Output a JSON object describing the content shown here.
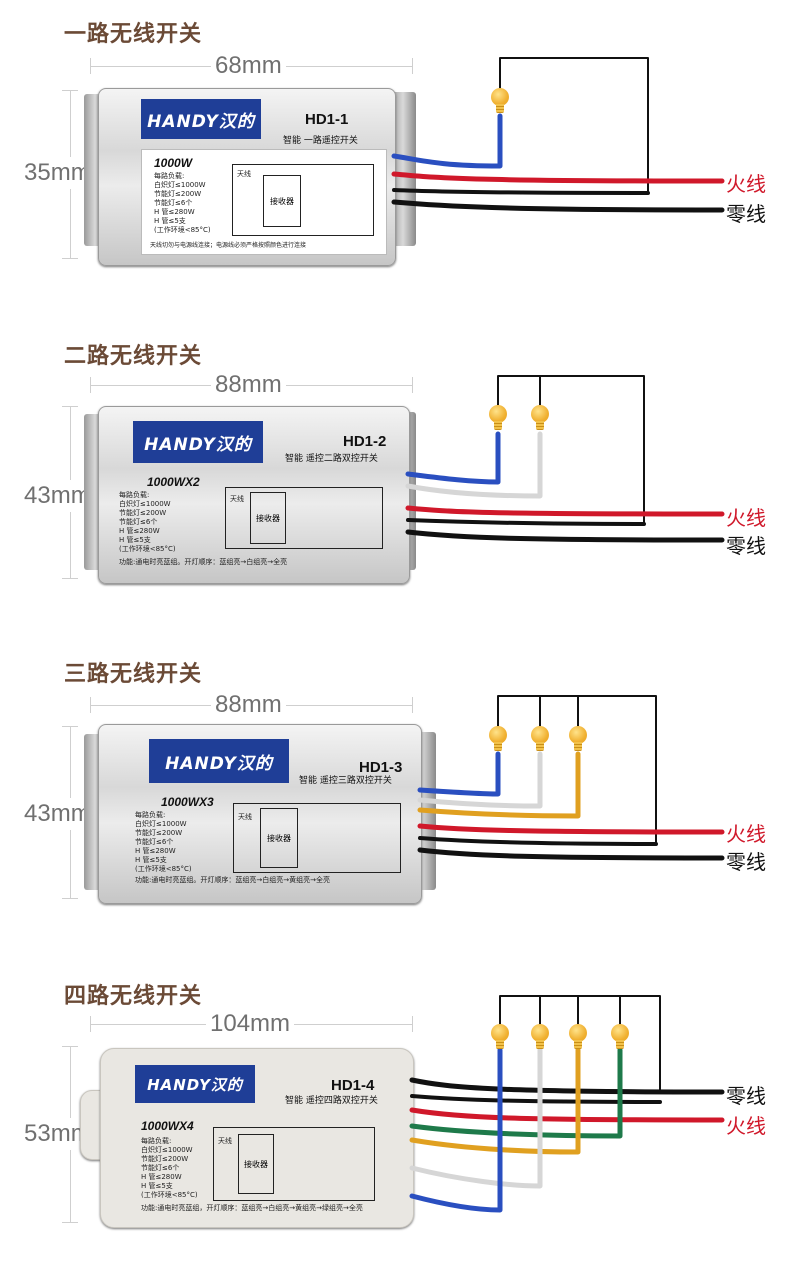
{
  "sections": [
    {
      "title": "一路无线开关",
      "width_label": "68mm",
      "height_label": "35mm",
      "brand": "HANDY汉的",
      "model": "HD1-1",
      "subtitle": "智能 一路遥控开关",
      "rating": "1000W",
      "load_lines": [
        "每路负载:",
        "白炽灯≤1000W",
        "节能灯≤200W",
        "节能灯≤6个",
        "H 管≤280W",
        "H 管≤5支",
        "(工作环境<85°C)"
      ],
      "receiver": "接收器",
      "antenna": "天线",
      "footnote": "天线切勿与电源线连接；电源线必须严格按照颜色进行连接",
      "live_label": "火线",
      "neutral_label": "零线"
    },
    {
      "title": "二路无线开关",
      "width_label": "88mm",
      "height_label": "43mm",
      "brand": "HANDY汉的",
      "model": "HD1-2",
      "subtitle": "智能 遥控二路双控开关",
      "rating": "1000WX2",
      "load_lines": [
        "每路负载:",
        "白炽灯≤1000W",
        "节能灯≤200W",
        "节能灯≤6个",
        "H 管≤280W",
        "H 管≤5支",
        "(工作环境<85°C)"
      ],
      "receiver": "接收器",
      "antenna": "天线",
      "footnote": "功能:通电时亮蓝组。开灯顺序：蓝组亮→白组亮→全亮",
      "live_label": "火线",
      "neutral_label": "零线"
    },
    {
      "title": "三路无线开关",
      "width_label": "88mm",
      "height_label": "43mm",
      "brand": "HANDY汉的",
      "model": "HD1-3",
      "subtitle": "智能 遥控三路双控开关",
      "rating": "1000WX3",
      "load_lines": [
        "每路负载:",
        "白炽灯≤1000W",
        "节能灯≤200W",
        "节能灯≤6个",
        "H 管≤280W",
        "H 管≤5支",
        "(工作环境<85°C)"
      ],
      "receiver": "接收器",
      "antenna": "天线",
      "footnote": "功能:通电时亮蓝组。开灯顺序：蓝组亮→白组亮→黄组亮→全亮",
      "live_label": "火线",
      "neutral_label": "零线"
    },
    {
      "title": "四路无线开关",
      "width_label": "104mm",
      "height_label": "53mm",
      "brand": "HANDY汉的",
      "model": "HD1-4",
      "subtitle": "智能 遥控四路双控开关",
      "rating": "1000WX4",
      "load_lines": [
        "每路负载:",
        "白炽灯≤1000W",
        "节能灯≤200W",
        "节能灯≤6个",
        "H 管≤280W",
        "H 管≤5支",
        "(工作环境<85°C)"
      ],
      "receiver": "接收器",
      "antenna": "天线",
      "footnote": "功能:通电时亮蓝组，开灯顺序：蓝组亮→白组亮→黄组亮→绿组亮→全亮",
      "live_label": "火线",
      "neutral_label": "零线"
    }
  ],
  "colors": {
    "title": "#6b4a36",
    "live": "#d0182a",
    "neutral": "#111111",
    "blue_wire": "#2a4fc0",
    "white_wire": "#dcdcdc",
    "yellow_wire": "#e0a020",
    "green_wire": "#1e7a4a",
    "brand_bg": "#1f3e97"
  }
}
